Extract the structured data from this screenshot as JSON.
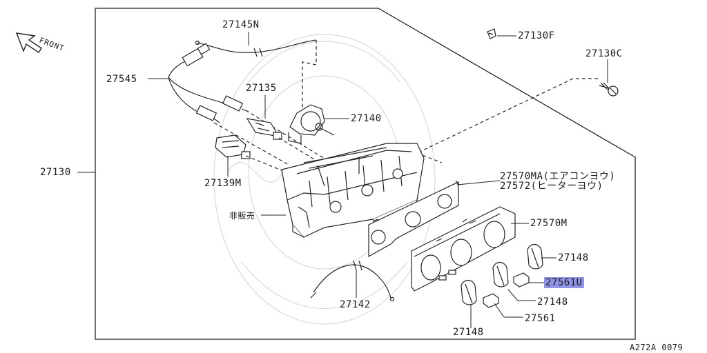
{
  "diagram": {
    "direction_label": "FRONT",
    "figure_code": "A272A 0079",
    "parts": [
      {
        "id": "p1",
        "label": "27145N"
      },
      {
        "id": "p2",
        "label": "27130F"
      },
      {
        "id": "p3",
        "label": "27130C"
      },
      {
        "id": "p4",
        "label": "27545"
      },
      {
        "id": "p5",
        "label": "27135"
      },
      {
        "id": "p6",
        "label": "27140"
      },
      {
        "id": "p7",
        "label": "27130"
      },
      {
        "id": "p8",
        "label": "27139M"
      },
      {
        "id": "p9",
        "label": "27570MA(エアコンヨウ)"
      },
      {
        "id": "p10",
        "label": "27572(ヒーターヨウ)"
      },
      {
        "id": "p11",
        "label": "非販売"
      },
      {
        "id": "p12",
        "label": "27570M"
      },
      {
        "id": "p13",
        "label": "27148"
      },
      {
        "id": "p14",
        "label": "27561U",
        "highlighted": true
      },
      {
        "id": "p15",
        "label": "27148"
      },
      {
        "id": "p16",
        "label": "27142"
      },
      {
        "id": "p17",
        "label": "27561"
      },
      {
        "id": "p18",
        "label": "27148"
      }
    ]
  }
}
